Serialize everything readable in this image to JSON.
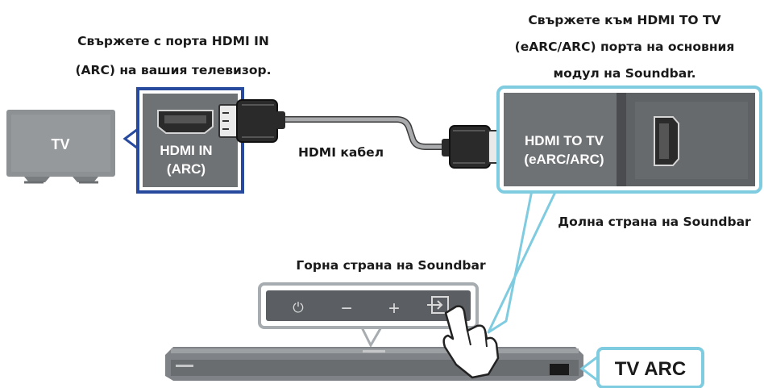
{
  "labels": {
    "tv_connect_line1": "Свържете с порта HDMI IN",
    "tv_connect_line2": "(ARC) на вашия телевизор.",
    "sb_connect_line1": "Свържете към HDMI TO TV",
    "sb_connect_line2": "(eARC/ARC) порта на основния",
    "sb_connect_line3": "модул на Soundbar.",
    "cable": "HDMI кабел",
    "bottom_side": "Долна страна на Soundbar",
    "top_side": "Горна страна на Soundbar"
  },
  "tv": {
    "label": "TV"
  },
  "tv_port": {
    "line1": "HDMI IN",
    "line2": "(ARC)"
  },
  "sb_port": {
    "line1": "HDMI TO TV",
    "line2": "(eARC/ARC)"
  },
  "buttons": {
    "power": "⏻",
    "minus": "−",
    "plus": "+"
  },
  "display": {
    "text": "TV ARC"
  },
  "colors": {
    "frame_blue": "#274a9e",
    "callout_cyan": "#7fcbe0",
    "tv_grey": "#8e9194",
    "port_grey": "#6f7275"
  }
}
